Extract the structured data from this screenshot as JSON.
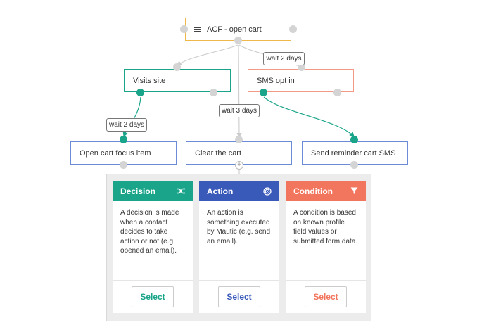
{
  "nodes": {
    "source": "ACF - open cart",
    "visits_site": "Visits site",
    "sms_opt_in": "SMS opt in",
    "open_cart_focus": "Open cart focus item",
    "clear_cart": "Clear the cart",
    "send_reminder": "Send reminder cart SMS"
  },
  "delays": {
    "sms_opt_in": "wait 2 days",
    "clear_cart": "wait 3 days",
    "open_cart_focus": "wait 2 days"
  },
  "picker": {
    "decision": {
      "title": "Decision",
      "icon": "shuffle-icon",
      "description": "A decision is made when a contact decides to take action or not (e.g. opened an email).",
      "select_label": "Select",
      "color": "#1aa58a"
    },
    "action": {
      "title": "Action",
      "icon": "target-icon",
      "description": "An action is something executed by Mautic (e.g. send an email).",
      "select_label": "Select",
      "color": "#3a5aba"
    },
    "condition": {
      "title": "Condition",
      "icon": "filter-icon",
      "description": "A condition is based on known profile field values or submitted form data.",
      "select_label": "Select",
      "color": "#f2765d"
    }
  },
  "colors": {
    "source_border": "#f0b84a",
    "decision_border": "#1aa58a",
    "condition_border": "#f29a86",
    "action_border": "#6b8bd6",
    "connector": "#cccccc"
  }
}
